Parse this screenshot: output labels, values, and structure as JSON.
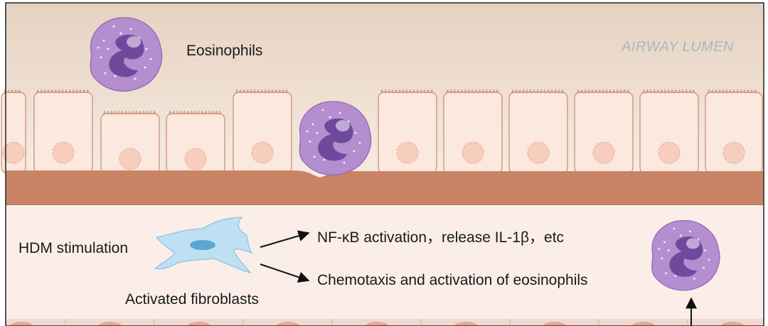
{
  "labels": {
    "eosinophils": "Eosinophils",
    "airway_lumen": "AIRWAY LUMEN",
    "hdm_stimulation": "HDM stimulation",
    "nfkb_activation": "NF-κB activation，release IL-1β，etc",
    "chemotaxis": "Chemotaxis and activation of eosinophils",
    "activated_fibroblasts": "Activated fibroblasts"
  },
  "colors": {
    "lumen_top": "#e9d7c7",
    "lumen_bottom": "#f6ece3",
    "epithelial_cell": "#fbe8df",
    "cell_outline": "#c98a6e",
    "nucleus": "#f7cdbd",
    "basement_membrane": "#c98466",
    "submucosa": "#fbeee8",
    "eosinophil_body": "#b58ed0",
    "eosinophil_nucleus": "#6f4a9c",
    "fibroblast": "#b9dcef",
    "fibroblast_nucleus": "#5aa7d3",
    "arrow": "#111111",
    "lumen_text": "#a9b8bf"
  }
}
